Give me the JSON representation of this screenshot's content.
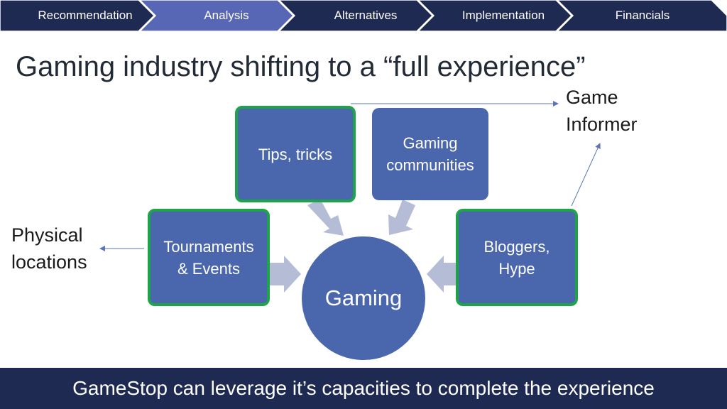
{
  "nav": {
    "tabs": [
      {
        "label": "Recommendation",
        "active": false
      },
      {
        "label": "Analysis",
        "active": true
      },
      {
        "label": "Alternatives",
        "active": false
      },
      {
        "label": "Implementation",
        "active": false
      },
      {
        "label": "Financials",
        "active": false
      }
    ],
    "colors": {
      "active": "#5767b5",
      "inactive": "#1f2a52"
    }
  },
  "slide": {
    "title": "Gaming industry shifting to a “full experience”"
  },
  "diagram": {
    "center": "Gaming",
    "nodes": {
      "tips": "Tips, tricks",
      "communities": "Gaming\ncommunities",
      "tournaments": "Tournaments\n& Events",
      "bloggers": "Bloggers,\nHype"
    },
    "labels": {
      "game_informer": "Game\nInformer",
      "physical_locations": "Physical\nlocations"
    },
    "colors": {
      "node": "#4a66ad",
      "highlight_border": "#1ea34a",
      "arrow": "#b4bcd6"
    }
  },
  "footer": {
    "text": "GameStop can leverage it’s capacities to complete the experience"
  }
}
